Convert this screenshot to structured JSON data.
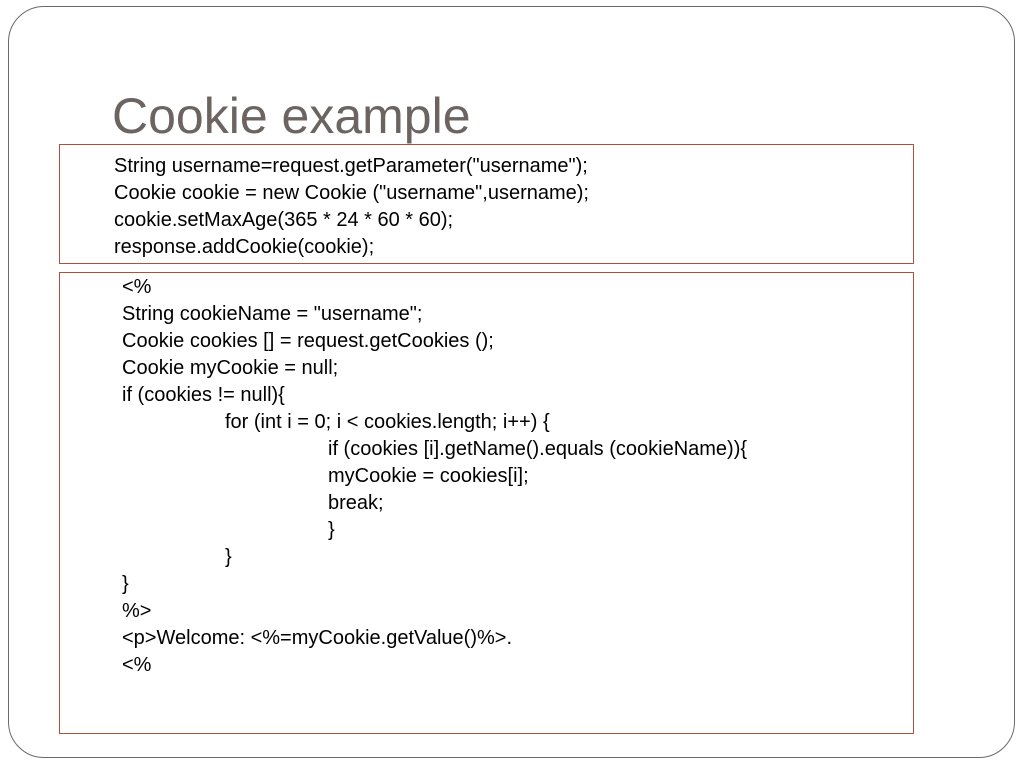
{
  "slide": {
    "title": "Cookie example"
  },
  "code_block_1": {
    "lines": [
      "String username=request.getParameter(\"username\");",
      "Cookie cookie = new Cookie (\"username\",username);",
      "cookie.setMaxAge(365 * 24 * 60 * 60);",
      "response.addCookie(cookie);"
    ]
  },
  "code_block_2": {
    "lines": [
      "<%",
      "String cookieName = \"username\";",
      "Cookie cookies [] = request.getCookies ();",
      "Cookie myCookie = null;",
      "if (cookies != null){",
      "for (int i = 0; i < cookies.length; i++) {",
      "if (cookies [i].getName().equals (cookieName)){",
      "myCookie = cookies[i];",
      "break;",
      "}",
      "}",
      "}",
      "%>",
      "<p>Welcome: <%=myCookie.getValue()%>.",
      "<%"
    ]
  },
  "colors": {
    "title": "#6b6461",
    "box_border": "#a9533c",
    "slide_border": "#6a6a6a",
    "code_text": "#000000"
  }
}
